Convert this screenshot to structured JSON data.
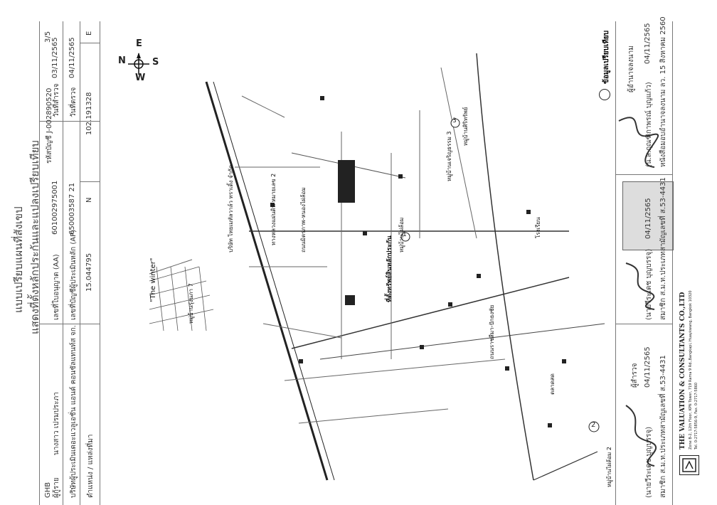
{
  "header": {
    "title": "แบบเปรียบแผนที่สังเขป",
    "subtitle": "แสดงที่ตั้งหลักประกันและแปลงเปรียบเทียบ",
    "page_no": "3/5",
    "ref_code": "รหัสบัญชี J-002890520"
  },
  "info": {
    "bank": "GHB",
    "borrower_label": "ผู้กู้ราย",
    "borrower": "นางสาว เปรมประภา",
    "appraiser_label": "บริษัทผู้ประเมิน",
    "appraiser": "เดอะแวลูเอชั่น แอนด์ คอนซัลแทนท์ส จก.",
    "location_label": "ตำแหน่ง / แหล่งที่มา",
    "license_aa_label": "เลขที่ใบอนุญาต (AA)",
    "license_aa": "601002975001",
    "license_ap_label": "เลขที่บัญชีผู้ประเมินหลัก (AP)",
    "license_ap": "650003587 21",
    "date_survey_label": "วันที่สำรวจ",
    "date_survey": "03/11/2565",
    "date_check_label": "วันที่ตรวจ",
    "date_check": "04/11/2565",
    "n_label": "N",
    "n_value": "15.044795",
    "e_label": "E",
    "e_value": "102.191328"
  },
  "compass": {
    "n": "N",
    "s": "S",
    "e": "E",
    "w": "W"
  },
  "map": {
    "labels": [
      "\"The winter\"",
      "หมู่บ้านรุ่งนภา 7",
      "ทางหลวงแผ่นดิน หมายเลข 2",
      "บริษัท ไทยเมทัลวาล์ว ทราเดิ้ง จำกัด",
      "ที่ตั้งทรัพย์สินหลักประกัน",
      "หมู่บ้านไผ่ล้อม",
      "หมู่บ้านเจริญธรรม 3",
      "หมู่บ้านศิริทรัพย์",
      "ตลาดสด",
      "โรงเรียน",
      "หมู่บ้านไผ่ล้อม 2",
      "ถนนมิตรภาพ-หนองไผ่ล้อม",
      "ถนนราชสีมา-ปักธงชัย"
    ],
    "markers": [
      "1",
      "2",
      "3"
    ]
  },
  "signatures": {
    "left_name": "(นายวีระเดช บุญบรรจุ)",
    "left_role": "ผู้สำรวจ",
    "left_date": "04/11/2565",
    "left_license": "สมาชิก ส.ม.ท.ประเภทสามัญเลขที่ ส.53-4431",
    "mid_name": "(นายวีระเดช บุญบรรจุ)",
    "mid_license": "สมาชิก ส.ม.ท.ประเภทสามัญเลขที่ ส.53-4431",
    "stamp_text": "04/11/2565",
    "right_name": "(น.ส.กุณฑิกาพรณ์ บุญแก้ว)",
    "right_role": "ผู้อำนาจลงนาม",
    "right_date": "04/11/2565",
    "right_note": "หนังสือมอบอำนาจลงนาม ลว. 15 สิงหาคม 2560",
    "compare_label": "ข้อมูลเปรียบเทียบ"
  },
  "company": {
    "name": "THE VALUATION & CONSULTANTS CO.,LTD",
    "address": "Zone B-2, 12th Floor, KPN Tower, 719 Rama 9 Rd.,Bangkapi, Huaykwang, Bangkok 10320",
    "contact": "Tel. 0-2717-5856-9, Fax. 0-2717-5860"
  }
}
